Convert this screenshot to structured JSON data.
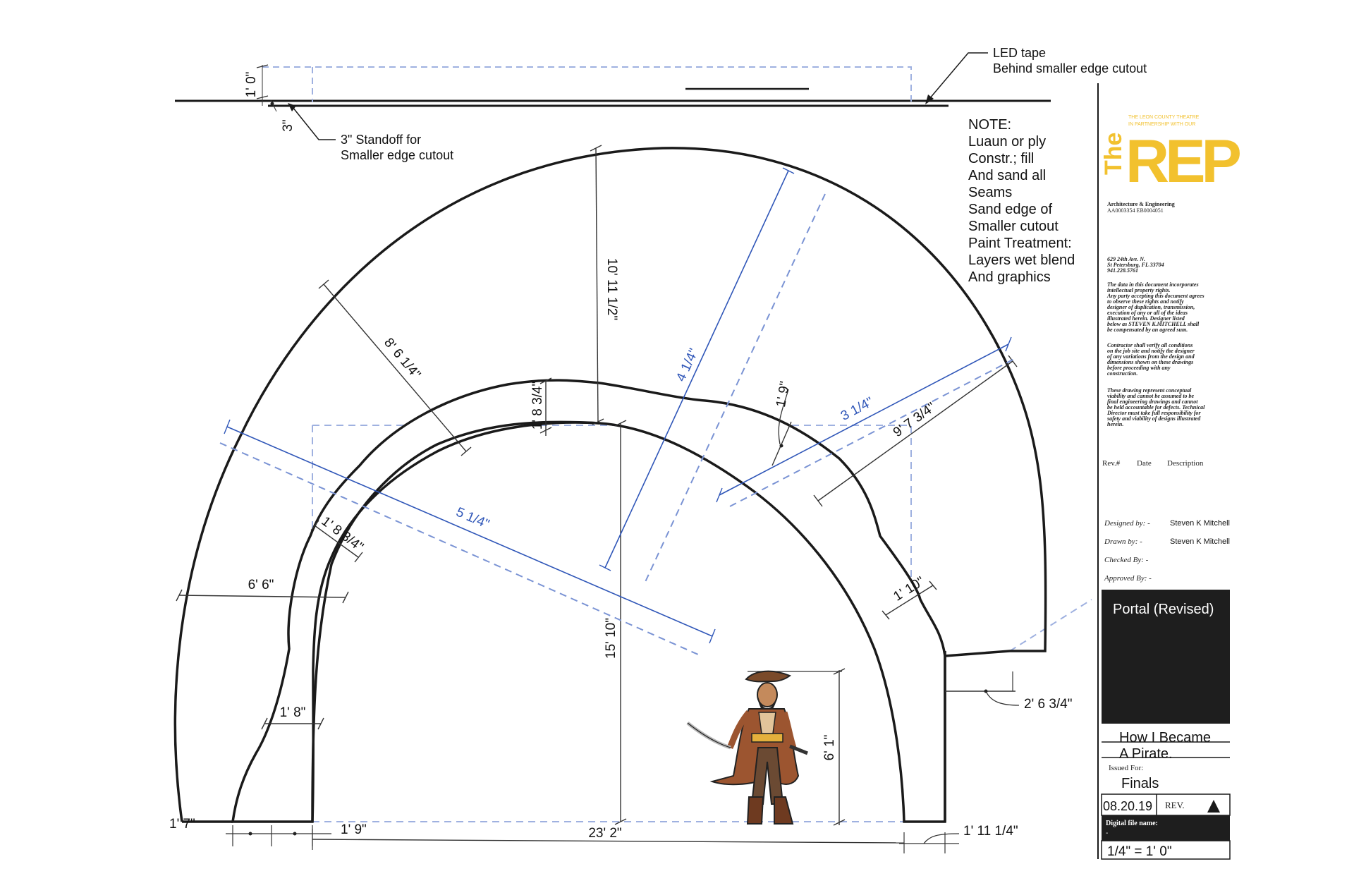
{
  "callouts": {
    "led_tape": [
      "LED tape",
      "Behind smaller edge cutout"
    ],
    "standoff": [
      "3\" Standoff for",
      "Smaller edge cutout"
    ]
  },
  "note": {
    "lines": [
      "NOTE:",
      "Luaun or ply",
      "Constr.; fill",
      "And sand all",
      "Seams",
      "Sand edge of",
      "Smaller cutout",
      "Paint Treatment:",
      "Layers wet blend",
      "And graphics"
    ]
  },
  "dimensions": {
    "d_1_0": "1' 0\"",
    "d_3": "3\"",
    "d_10_11_half": "10' 11 1/2\"",
    "d_8_6_quarter": "8' 6 1/4\"",
    "d_1_8_3q_top": "1' 8 3/4\"",
    "d_4_quarter": "4 1/4\"",
    "d_1_9_right": "1' 9\"",
    "d_3_quarter": "3 1/4\"",
    "d_9_7_3q": "9' 7 3/4\"",
    "d_5_quarter": "5 1/4\"",
    "d_1_8_3q_left": "1' 8 3/4\"",
    "d_6_6": "6' 6\"",
    "d_1_10": "1' 10\"",
    "d_15_10": "15' 10\"",
    "d_2_6_3q": "2' 6 3/4\"",
    "d_1_8": "1' 8\"",
    "d_6_1": "6' 1\"",
    "d_1_7": "1' 7\"",
    "d_1_9_bottom": "1' 9\"",
    "d_23_2": "23' 2\"",
    "d_1_11_quarter": "1' 11 1/4\""
  },
  "title_block": {
    "logo_small_text": [
      "THE LEON COUNTY THEATRE",
      "IN PARTNERSHIP WITH OUR"
    ],
    "logo_text": "The REP",
    "firm": "Architecture & Engineering",
    "license_numbers": "AA0003354   EB0004051",
    "address": [
      "629 24th Ave. N.",
      "St Petersburg, FL 33704",
      "941.228.5761"
    ],
    "disclaimer_1": [
      "The data in this document incorporates",
      "intellectual property rights.",
      "Any party accepting this document agrees",
      "to observe these rights and notify",
      "designer of duplication, transmission,",
      "execution of any or all of the ideas",
      "illustrated herein. Designer listed",
      "below as STEVEN K.MITCHELL shall",
      "be compensated by an agreed sum."
    ],
    "disclaimer_2": [
      "Contractor shall verify all conditions",
      "on the job site and notify the designer",
      "of any variations from the design and",
      "dimensions shown on these drawings",
      "before proceeding with any",
      "construction."
    ],
    "disclaimer_3": [
      "These drawing represent conceptual",
      "viability and cannot be assumed to be",
      "final engineering drawings and cannot",
      "be held accountable for defects. Technical",
      "Director must take full responsibility for",
      "safety and viability of designs illustrated",
      "herein."
    ],
    "rev_headers": [
      "Rev.#",
      "Date",
      "Description"
    ],
    "designed_by_label": "Designed by: -",
    "designed_by": "Steven K Mitchell",
    "drawn_by_label": "Drawn by: -",
    "drawn_by": "Steven K Mitchell",
    "checked_by_label": "Checked By: -",
    "approved_by_label": "Approved By: -",
    "sheet_title": "Portal (Revised)",
    "show_title": [
      "How I Became",
      "A Pirate."
    ],
    "issued_for_label": "Issued For:",
    "issued_for": "Finals",
    "date": "08.20.19",
    "rev_label": "REV.",
    "digital_file_label": "Digital file name:",
    "digital_file": "-",
    "scale": "1/4\" = 1' 0\""
  },
  "colors": {
    "line": "#1a1a1a",
    "dashed_blue": "#7a93d4",
    "dim_blue": "#2f56b8",
    "logo_gold": "#f2c12e",
    "title_black": "#1e1e1e"
  }
}
